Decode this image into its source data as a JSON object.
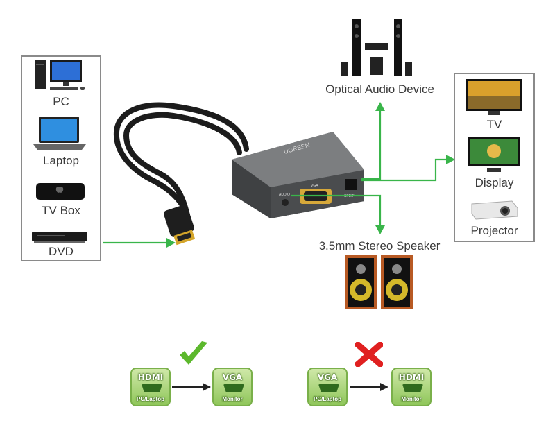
{
  "sources": {
    "pc": "PC",
    "laptop": "Laptop",
    "tvbox": "TV Box",
    "dvd": "DVD"
  },
  "outputs": {
    "optical": "Optical Audio Device",
    "speaker": "3.5mm Stereo Speaker",
    "tv": "TV",
    "display": "Display",
    "projector": "Projector"
  },
  "device": {
    "brand": "UGREEN",
    "port_audio": "AUDIO",
    "port_vga": "VGA",
    "port_spdif": "SPDIF"
  },
  "conversions": [
    {
      "from_top": "HDMI",
      "from_bottom": "PC/Laptop",
      "to_top": "VGA",
      "to_bottom": "Monitor",
      "status": "check"
    },
    {
      "from_top": "VGA",
      "from_bottom": "PC/Laptop",
      "to_top": "HDMI",
      "to_bottom": "Monitor",
      "status": "cross"
    }
  ],
  "colors": {
    "arrow": "#39b54a",
    "check": "#5cb82c",
    "cross": "#e02020",
    "badge": "#8fc65a"
  }
}
